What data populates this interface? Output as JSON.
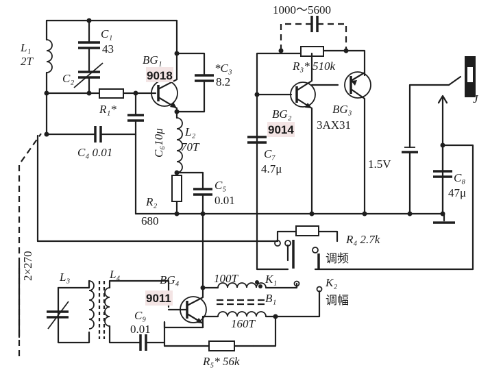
{
  "labels": {
    "l1": "L₁",
    "l1_turns": "2T",
    "c1": "C₁",
    "c1_val": "43",
    "c2": "C₂",
    "bg1": "BG₁",
    "bg1_type": "9018",
    "c3": "*C₃",
    "c3_val": "8.2",
    "r1": "R₁*",
    "c6": "C₆10μ",
    "l2": "L₂",
    "l2_turns": "70T",
    "c4": "C₄ 0.01",
    "r2": "R₂",
    "r2_val": "680",
    "c5": "C₅",
    "c5_val": "0.01",
    "c_top": "1000～5600",
    "r3": "R₃* 510k",
    "bg2": "BG₂",
    "bg2_type": "9014",
    "bg3": "BG₃",
    "bg3_type": "3AX31",
    "c7": "C₇",
    "c7_val": "4.7μ",
    "battery": "1.5V",
    "c8": "C₈",
    "c8_val": "47μ",
    "jack": "J",
    "r4": "R₄ 2.7k",
    "fm": "调频",
    "am": "调幅",
    "k1": "K₁",
    "k2": "K₂",
    "turns_100": "100T",
    "turns_160": "160T",
    "b1": "B₁",
    "l3": "L₃",
    "l4": "L₄",
    "bg4": "BG₄",
    "bg4_type": "9011",
    "c9": "C₉",
    "c9_val": "0.01",
    "r5": "R₅* 56k",
    "gang_cap": "2×270"
  }
}
